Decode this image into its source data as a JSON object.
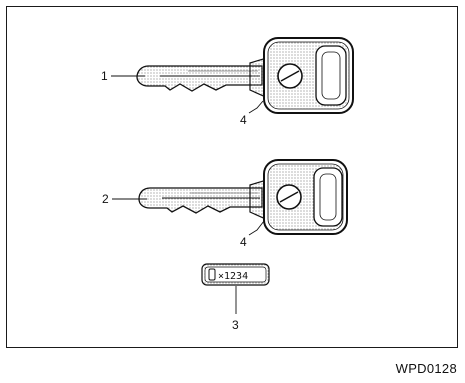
{
  "callouts": {
    "key_1": "1",
    "key_2": "2",
    "tag": "3",
    "head_top": "4",
    "head_bottom": "4"
  },
  "tag_plate": {
    "text": "×1234"
  },
  "figure_code": "WPD0128"
}
